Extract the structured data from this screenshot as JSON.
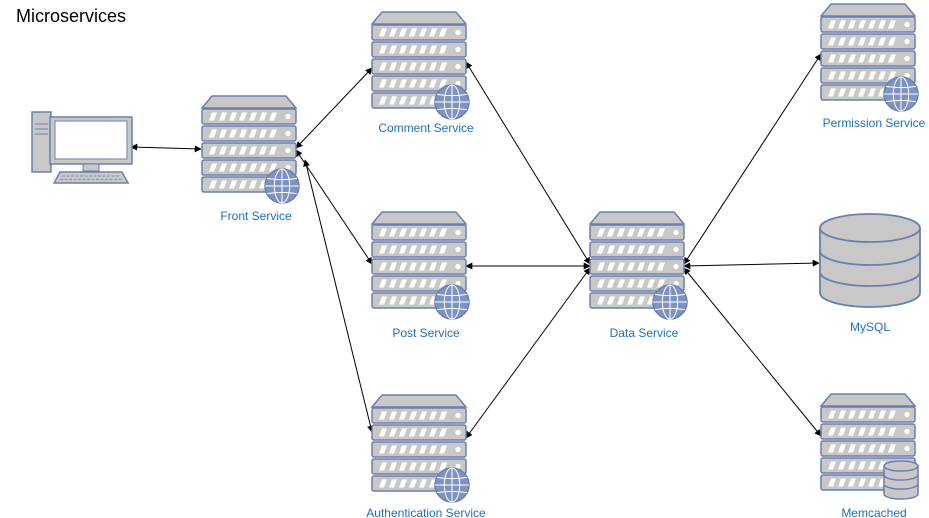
{
  "title": "Microservices",
  "colors": {
    "fill": "#c8c8c8",
    "stroke": "#6b7fae",
    "stripe": "#ffffff",
    "globe": "#7f93c2",
    "label": "#1f6fbf",
    "edge": "#000000"
  },
  "nodes": {
    "computer": {
      "label": ""
    },
    "front": {
      "label": "Front Service"
    },
    "comment": {
      "label": "Comment Service"
    },
    "post": {
      "label": "Post Service"
    },
    "auth": {
      "label": "Authentication Service"
    },
    "data": {
      "label": "Data Service"
    },
    "permission": {
      "label": "Permission Service"
    },
    "mysql": {
      "label": "MySQL"
    },
    "memcached": {
      "label": "Memcached"
    }
  }
}
